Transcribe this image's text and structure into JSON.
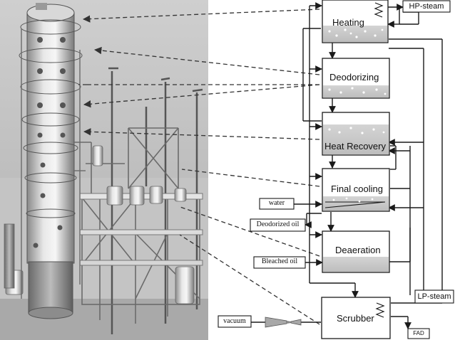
{
  "colors": {
    "vessel_fill": "#ffffff",
    "oil_layer": "#c8c8c8",
    "line": "#1a1a1a",
    "dashed": "#333333",
    "photo_bg": "#b9b9b9"
  },
  "vessels": {
    "heating": "Heating",
    "deodorizing": "Deodorizing",
    "heat_recovery": "Heat Recovery",
    "final_cooling": "Final cooling",
    "deaeration": "Deaeration",
    "scrubber": "Scrubber"
  },
  "boxes": {
    "hp_steam": "HP-steam",
    "lp_steam": "LP-steam",
    "water": "water",
    "deodorized_oil": "Deodorized oil",
    "bleached_oil": "Bleached oil",
    "vacuum": "vacuum",
    "fad": "FAD"
  }
}
